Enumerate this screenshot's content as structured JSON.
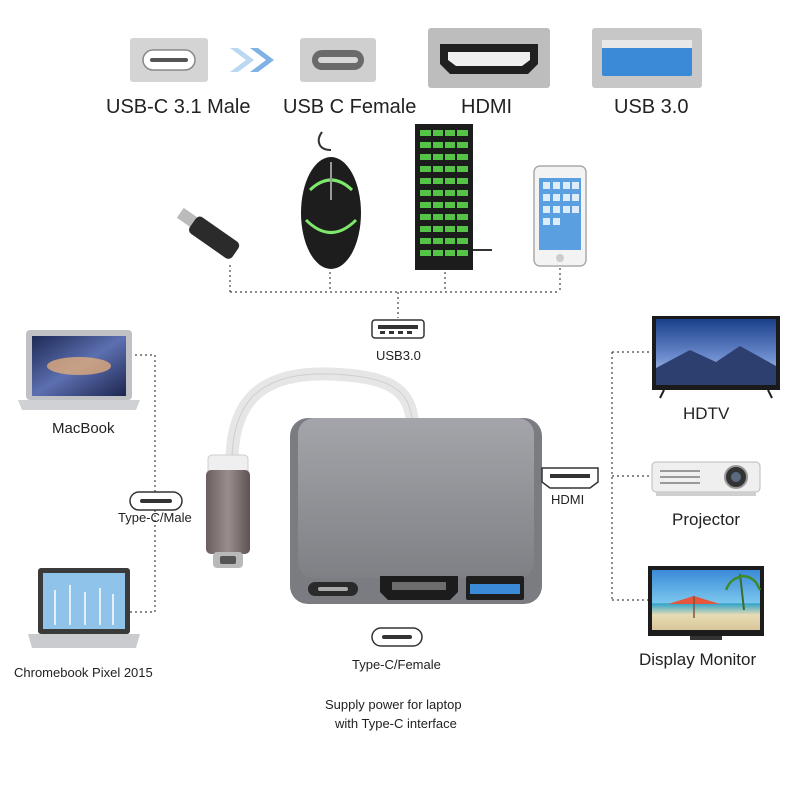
{
  "header": {
    "connectors": [
      {
        "label": "USB-C 3.1  Male"
      },
      {
        "label": "USB C Female"
      },
      {
        "label": "HDMI"
      },
      {
        "label": "USB 3.0"
      }
    ]
  },
  "ports": {
    "usb3": "USB3.0",
    "hdmi": "HDMI",
    "typec_male": "Type-C/Male",
    "typec_female": "Type-C/Female"
  },
  "sources": {
    "macbook": "MacBook",
    "chromebook": "Chromebook Pixel 2015"
  },
  "outputs": {
    "hdtv": "HDTV",
    "projector": "Projector",
    "monitor": "Display Monitor"
  },
  "note": {
    "line1": "Supply power for laptop",
    "line2": "with Type-C interface"
  },
  "colors": {
    "connector_bg": "#cfcfcf",
    "usb_blue": "#3a8ad8",
    "hub_gray": "#8c8d92",
    "arrow_blue": "#7fb3e6"
  }
}
